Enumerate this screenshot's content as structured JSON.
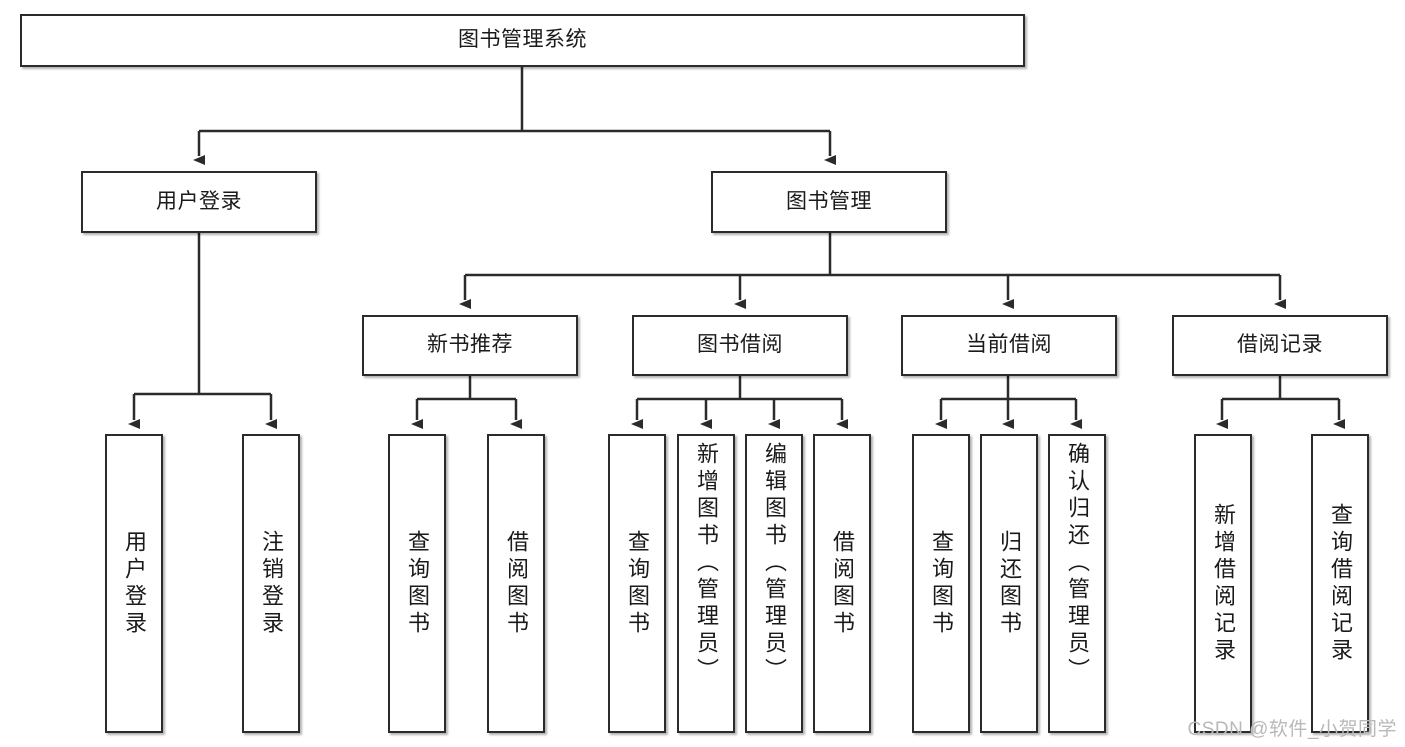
{
  "diagram": {
    "title": "图书管理系统",
    "watermark": "CSDN @软件_小贺同学",
    "stroke_color": "#2b2b2b",
    "fill_color": "#ffffff",
    "text_color": "#1a1a1a",
    "watermark_color": "#b9b9b9"
  },
  "nodes": {
    "root": {
      "label": "图书管理系统"
    },
    "level2": [
      {
        "label": "用户登录"
      },
      {
        "label": "图书管理"
      }
    ],
    "level3": [
      {
        "label": "新书推荐"
      },
      {
        "label": "图书借阅"
      },
      {
        "label": "当前借阅"
      },
      {
        "label": "借阅记录"
      }
    ],
    "leaves": {
      "user_login": [
        {
          "label": "用户登录"
        },
        {
          "label": "注销登录"
        }
      ],
      "new_book_recommend": [
        {
          "label": "查询图书"
        },
        {
          "label": "借阅图书"
        }
      ],
      "book_borrow": [
        {
          "label": "查询图书"
        },
        {
          "label": "新增图书（管理员）"
        },
        {
          "label": "编辑图书（管理员）"
        },
        {
          "label": "借阅图书"
        }
      ],
      "current_borrow": [
        {
          "label": "查询图书"
        },
        {
          "label": "归还图书"
        },
        {
          "label": "确认归还（管理员）"
        }
      ],
      "borrow_record": [
        {
          "label": "新增借阅记录"
        },
        {
          "label": "查询借阅记录"
        }
      ]
    }
  }
}
